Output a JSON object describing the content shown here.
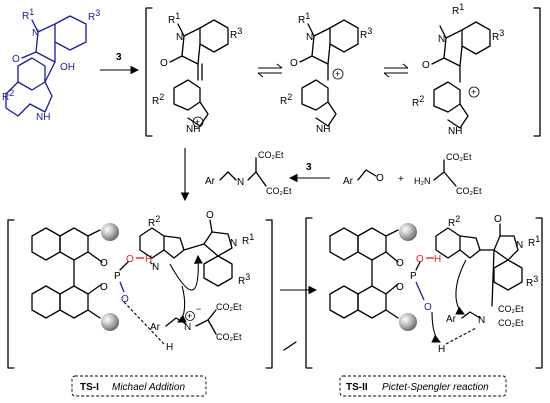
{
  "reagent_label": "3",
  "reagent_label_lower": "3",
  "substituents": {
    "r1": "R",
    "r1_sup": "1",
    "r2": "R",
    "r2_sup": "2",
    "r3": "R",
    "r3_sup": "3"
  },
  "atoms": {
    "nitrogen": "N",
    "oxygen": "O",
    "hydroxyl": "OH",
    "nh": "NH",
    "h": "H",
    "p": "P",
    "ar": "Ar",
    "co2et": "CO₂Et",
    "h2n": "H₂N"
  },
  "transition_states": [
    {
      "label": "TS-I",
      "description": "Michael Addition"
    },
    {
      "label": "TS-II",
      "description": "Pictet-Spengler reaction"
    }
  ],
  "colors": {
    "substrate": "#1a1a9e",
    "hydrogen_bond": "#e02020",
    "phosphate_o": "#1a1a9e",
    "sphere": "#9a9a9a"
  }
}
